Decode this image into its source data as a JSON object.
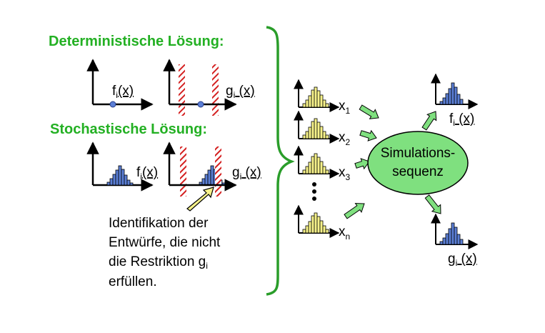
{
  "left": {
    "det_title": "Deterministische Lösung:",
    "stoch_title": "Stochastische Lösung:",
    "f_label": {
      "base": "f",
      "sub": "i",
      "arg": "(x)"
    },
    "g_label": {
      "base": "g",
      "sub": "i",
      "arg": " (x)"
    },
    "caption": {
      "line1": "Identifikation der",
      "line2": "Entwürfe, die nicht",
      "line3": "die Restriktion g",
      "line3_sub": "i",
      "line4": "erfüllen."
    }
  },
  "inputs": [
    {
      "base": "x",
      "sub": "1"
    },
    {
      "base": "x",
      "sub": "2"
    },
    {
      "base": "x",
      "sub": "3"
    },
    {
      "base": "x",
      "sub": "n"
    }
  ],
  "simulation": {
    "line1": "Simulations-",
    "line2": "sequenz"
  },
  "outputs": {
    "f": {
      "base": "f",
      "sub": "i",
      "arg": " (x)"
    },
    "g": {
      "base": "g",
      "sub": "i",
      "arg": " (x)"
    }
  },
  "colors": {
    "title_green": "#23b023",
    "brace_green": "#2a9d2a",
    "ellipse_fill": "#7fe07f",
    "blue_bar": "#5b7fd6",
    "yellow_bar": "#f7f28a",
    "hatch_red": "#d42020",
    "arrow_green": "#7fe07f"
  }
}
